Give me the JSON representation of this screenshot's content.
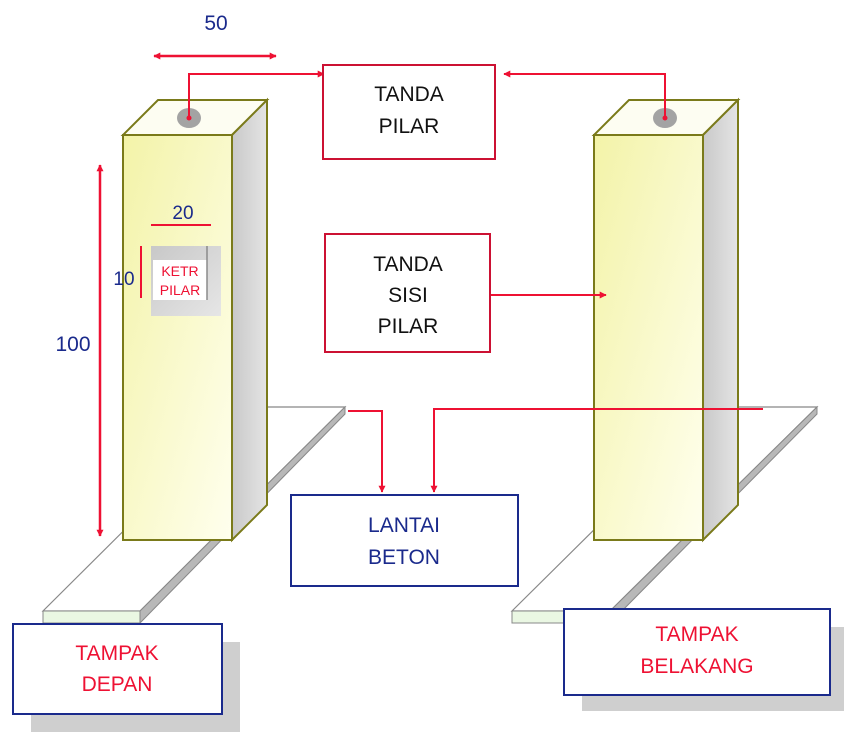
{
  "dimensions": {
    "width": "50",
    "height": "100",
    "plate_width": "20",
    "plate_height": "10"
  },
  "plate": {
    "line1": "KETR",
    "line2": "PILAR"
  },
  "boxes": {
    "tanda_pilar": [
      "TANDA",
      "PILAR"
    ],
    "tanda_sisi_pilar": [
      "TANDA",
      "SISI",
      "PILAR"
    ],
    "lantai_beton": [
      "LANTAI",
      "BETON"
    ],
    "tampak_depan": [
      "TAMPAK",
      "DEPAN"
    ],
    "tampak_belakang": [
      "TAMPAK",
      "BELAKANG"
    ]
  },
  "colors": {
    "arrow": "#ee1133",
    "navy": "#1a2a8c",
    "pillar_edge": "#7a7a1a",
    "pillar_front": "#fafac4",
    "pillar_side": "#d4d4d4",
    "base": "#eaf7e3"
  }
}
